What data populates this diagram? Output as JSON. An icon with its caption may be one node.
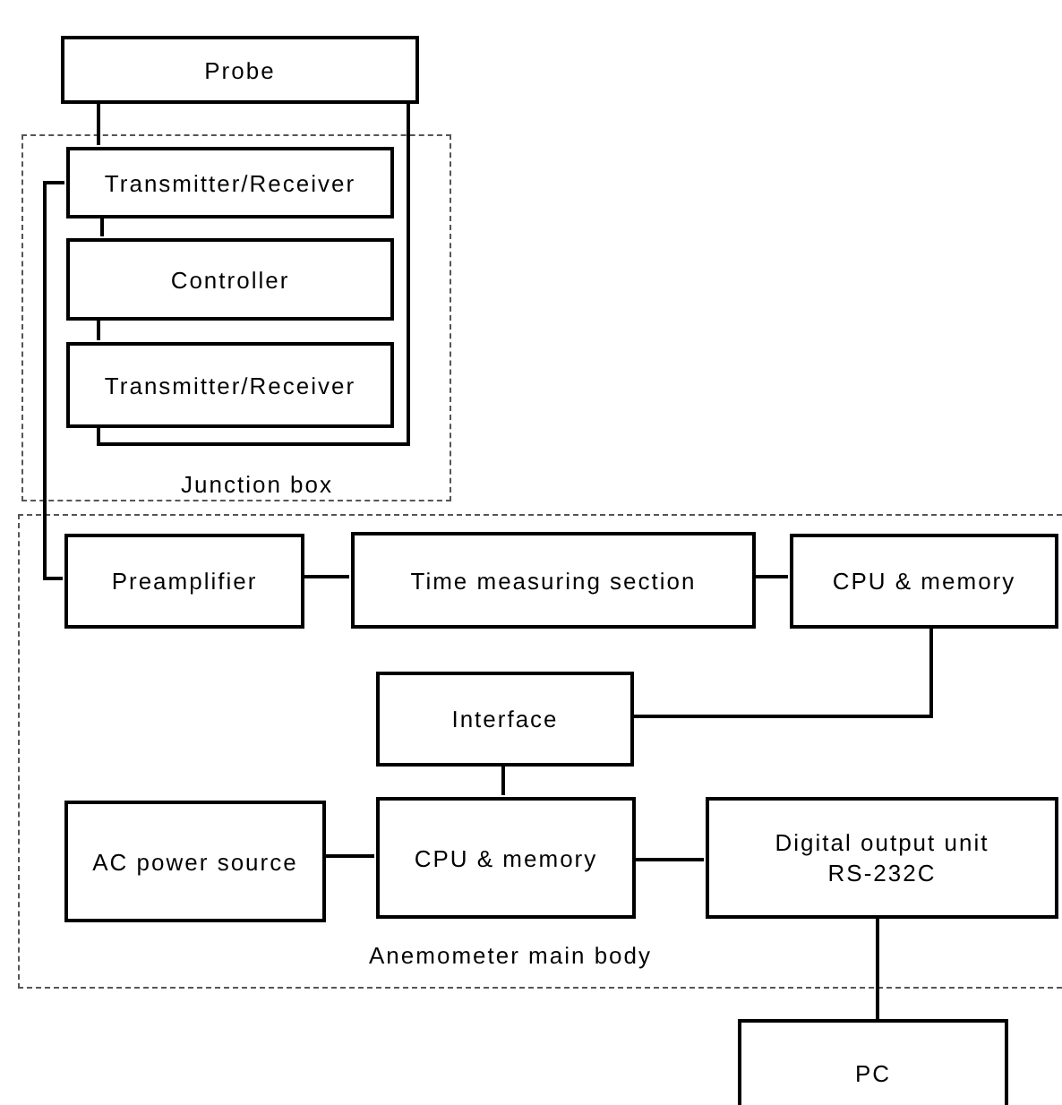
{
  "diagram": {
    "nodes": [
      {
        "text": [
          "Probe"
        ]
      },
      {
        "text": [
          "Junction box"
        ]
      },
      {
        "text": [
          "Transmitter/Receiver"
        ],
        "in": 1
      },
      {
        "text": [
          "Controller"
        ],
        "in": 1
      },
      {
        "text": [
          "Transmitter/Receiver"
        ],
        "in": 1
      },
      {
        "text": [
          "Anemometer main body"
        ]
      },
      {
        "text": [
          "Preamplifier"
        ],
        "in": 5
      },
      {
        "text": [
          "Time measuring section"
        ],
        "in": 5
      },
      {
        "text": [
          "CPU & memory"
        ],
        "in": 5
      },
      {
        "text": [
          "Interface"
        ],
        "in": 5
      },
      {
        "text": [
          "AC power source"
        ],
        "in": 5
      },
      {
        "text": [
          "CPU & memory"
        ],
        "in": 5
      },
      {
        "text": [
          "Digital output unit",
          "RS-232C"
        ],
        "in": 5
      },
      {
        "text": [
          "PC"
        ]
      }
    ],
    "edges": [
      {
        "from": 0,
        "to": 2,
        "arrow": "none"
      },
      {
        "from": 0,
        "to": 4,
        "arrow": "none"
      },
      {
        "from": 2,
        "to": 3,
        "arrow": "none"
      },
      {
        "from": 3,
        "to": 4,
        "arrow": "none"
      },
      {
        "from": 2,
        "to": 6,
        "arrow": "none"
      },
      {
        "from": 6,
        "to": 7,
        "arrow": "none"
      },
      {
        "from": 7,
        "to": 8,
        "arrow": "none"
      },
      {
        "from": 8,
        "to": 9,
        "arrow": "none"
      },
      {
        "from": 9,
        "to": 11,
        "arrow": "none"
      },
      {
        "from": 10,
        "to": 11,
        "arrow": "none"
      },
      {
        "from": 11,
        "to": 12,
        "arrow": "none"
      },
      {
        "from": 12,
        "to": 13,
        "arrow": "none"
      }
    ]
  }
}
